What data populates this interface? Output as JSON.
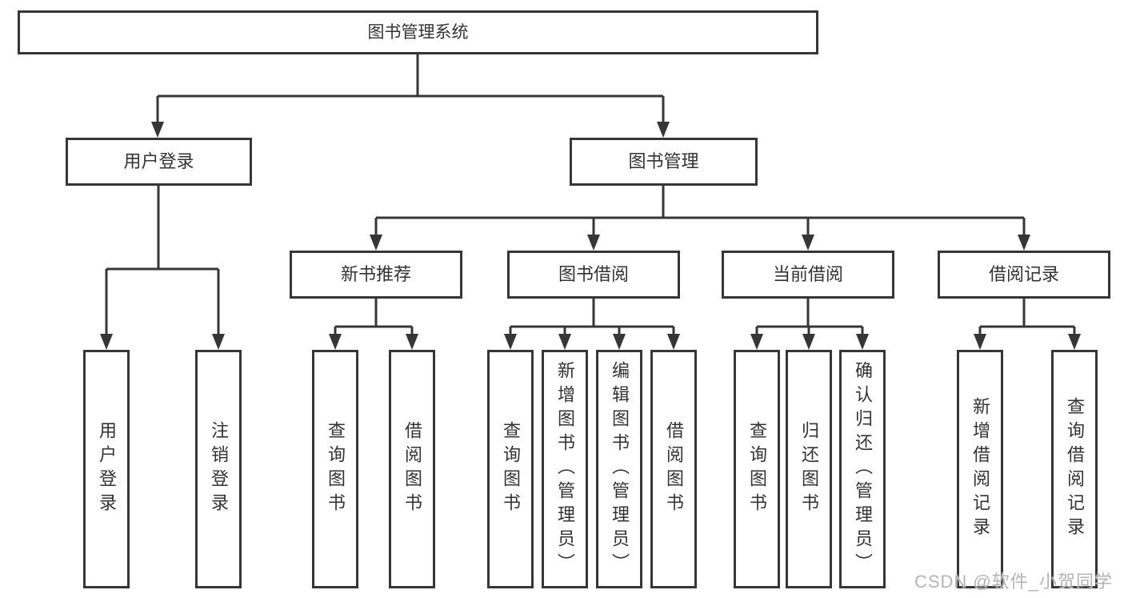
{
  "tree": {
    "root": {
      "label": "图书管理系统"
    },
    "children": [
      {
        "label": "用户登录",
        "children": [
          {
            "label": "用户登录"
          },
          {
            "label": "注销登录"
          }
        ]
      },
      {
        "label": "图书管理",
        "children": [
          {
            "label": "新书推荐",
            "children": [
              {
                "label": "查询图书"
              },
              {
                "label": "借阅图书"
              }
            ]
          },
          {
            "label": "图书借阅",
            "children": [
              {
                "label": "查询图书"
              },
              {
                "label": "新增图书（管理员）"
              },
              {
                "label": "编辑图书（管理员）"
              },
              {
                "label": "借阅图书"
              }
            ]
          },
          {
            "label": "当前借阅",
            "children": [
              {
                "label": "查询图书"
              },
              {
                "label": "归还图书"
              },
              {
                "label": "确认归还（管理员）"
              }
            ]
          },
          {
            "label": "借阅记录",
            "children": [
              {
                "label": "新增借阅记录"
              },
              {
                "label": "查询借阅记录"
              }
            ]
          }
        ]
      }
    ]
  },
  "watermark": {
    "text": "CSDN @软件_小贺同学",
    "color": "#b4b4b4"
  },
  "colors": {
    "line": "#363636",
    "box_border": "#363636",
    "box_fill": "#ffffff",
    "text": "#333333",
    "background": "#ffffff"
  }
}
